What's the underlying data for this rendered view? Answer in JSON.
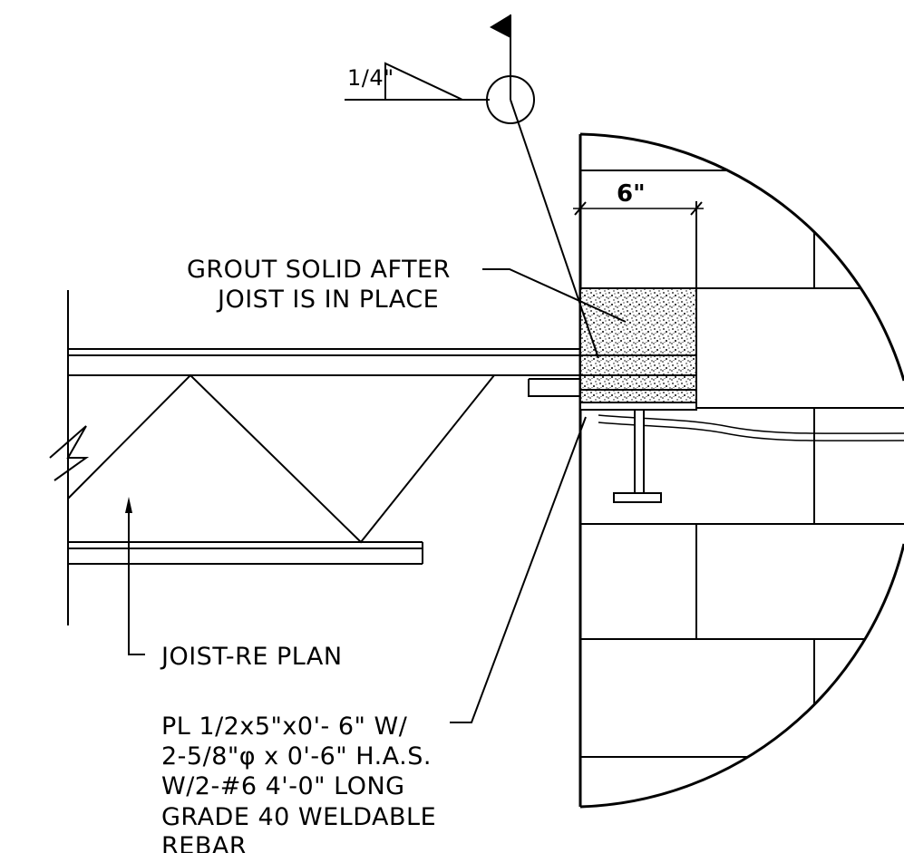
{
  "weld_symbol": {
    "size_label": "1/4\""
  },
  "dimension": {
    "label": "6\""
  },
  "notes": {
    "grout_line1": "GROUT SOLID AFTER",
    "grout_line2": "JOIST IS IN PLACE",
    "joist_label": "JOIST-RE PLAN",
    "plate_lines": [
      "PL 1/2x5\"x0'- 6\" W/",
      "2-5/8\"φ x 0'-6\" H.A.S.",
      "W/2-#6 4'-0\" LONG",
      "GRADE 40 WELDABLE",
      "REBAR"
    ]
  },
  "colors": {
    "ink": "#000000",
    "paper": "#ffffff"
  }
}
